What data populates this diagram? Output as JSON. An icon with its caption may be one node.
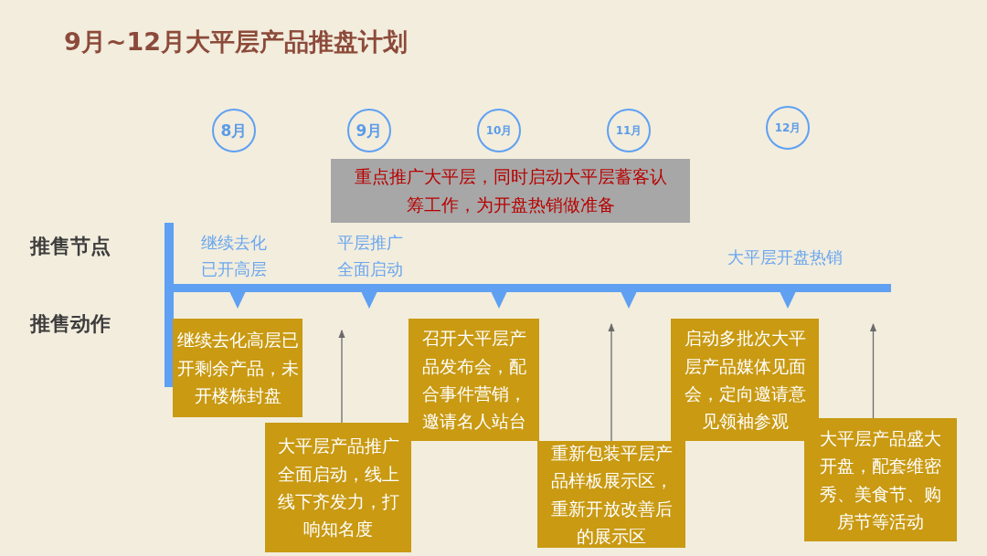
{
  "diagram": {
    "title": "9月~12月大平层产品推盘计划",
    "nodes": [
      {
        "text": [
          "8月"
        ]
      },
      {
        "text": [
          "9月"
        ]
      },
      {
        "text": [
          "10月"
        ]
      },
      {
        "text": [
          "11月"
        ]
      },
      {
        "text": [
          "12月"
        ]
      },
      {
        "text": [
          "重点推广大平层，同时启动大平层蓄客认筹工作，为开盘热销做准备"
        ]
      },
      {
        "text": [
          "继续去化高层已开剩余产品，未开楼栋封盘"
        ]
      },
      {
        "text": [
          "大平层产品推广全面启动，线上线下齐发力，打响知名度"
        ]
      },
      {
        "text": [
          "召开大平层产品发布会，配合事件营销，邀请名人站台"
        ]
      },
      {
        "text": [
          "重新包装平层产品样板展示区，重新开放改善后的展示区"
        ]
      },
      {
        "text": [
          "启动多批次大平层产品媒体见面会，定向邀请意见领袖参观"
        ]
      },
      {
        "text": [
          "大平层产品盛大开盘，配套维密秀、美食节、购房节等活动"
        ]
      }
    ],
    "edges": [
      {
        "from": 7,
        "to": null,
        "arrow": "to"
      },
      {
        "from": 9,
        "to": null,
        "arrow": "to"
      },
      {
        "from": 11,
        "to": null,
        "arrow": "to"
      }
    ],
    "labels": [
      "推售节点",
      "推售动作",
      "继续去化已开高层",
      "平层推广全面启动",
      "大平层开盘热销"
    ]
  }
}
